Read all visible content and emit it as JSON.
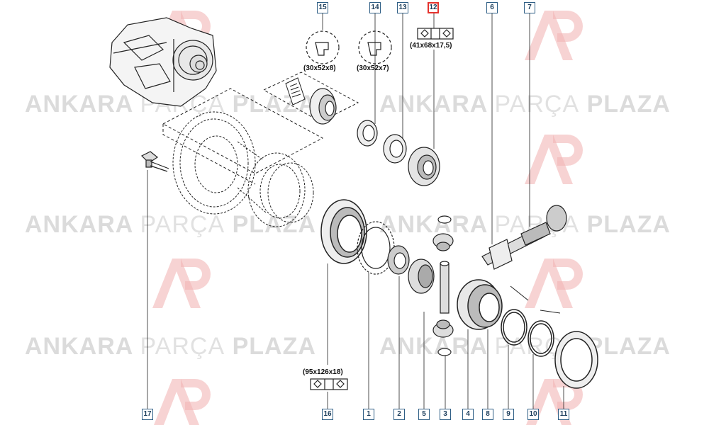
{
  "watermark": {
    "word1": "ANKARA",
    "word2": "PARÇA",
    "word3": "PLAZA"
  },
  "callouts": [
    "1",
    "2",
    "3",
    "4",
    "5",
    "6",
    "7",
    "8",
    "9",
    "10",
    "11",
    "12",
    "13",
    "14",
    "15",
    "16",
    "17"
  ],
  "highlighted_callout": "12",
  "specs": {
    "part15": "(30x52x8)",
    "part14": "(30x52x7)",
    "part12": "(41x68x17,5)",
    "part16": "(95x126x18)"
  },
  "colors": {
    "callout_border": "#2f5f86",
    "highlight": "#e5322d",
    "watermark": "#cfcfcf",
    "logo": "#f2b6b6"
  },
  "icons": [
    "gearbox-icon",
    "bearing-icon",
    "seal-icon",
    "gear-icon",
    "washer-icon",
    "shaft-icon",
    "circlip-icon",
    "bolt-icon",
    "document-icon"
  ]
}
